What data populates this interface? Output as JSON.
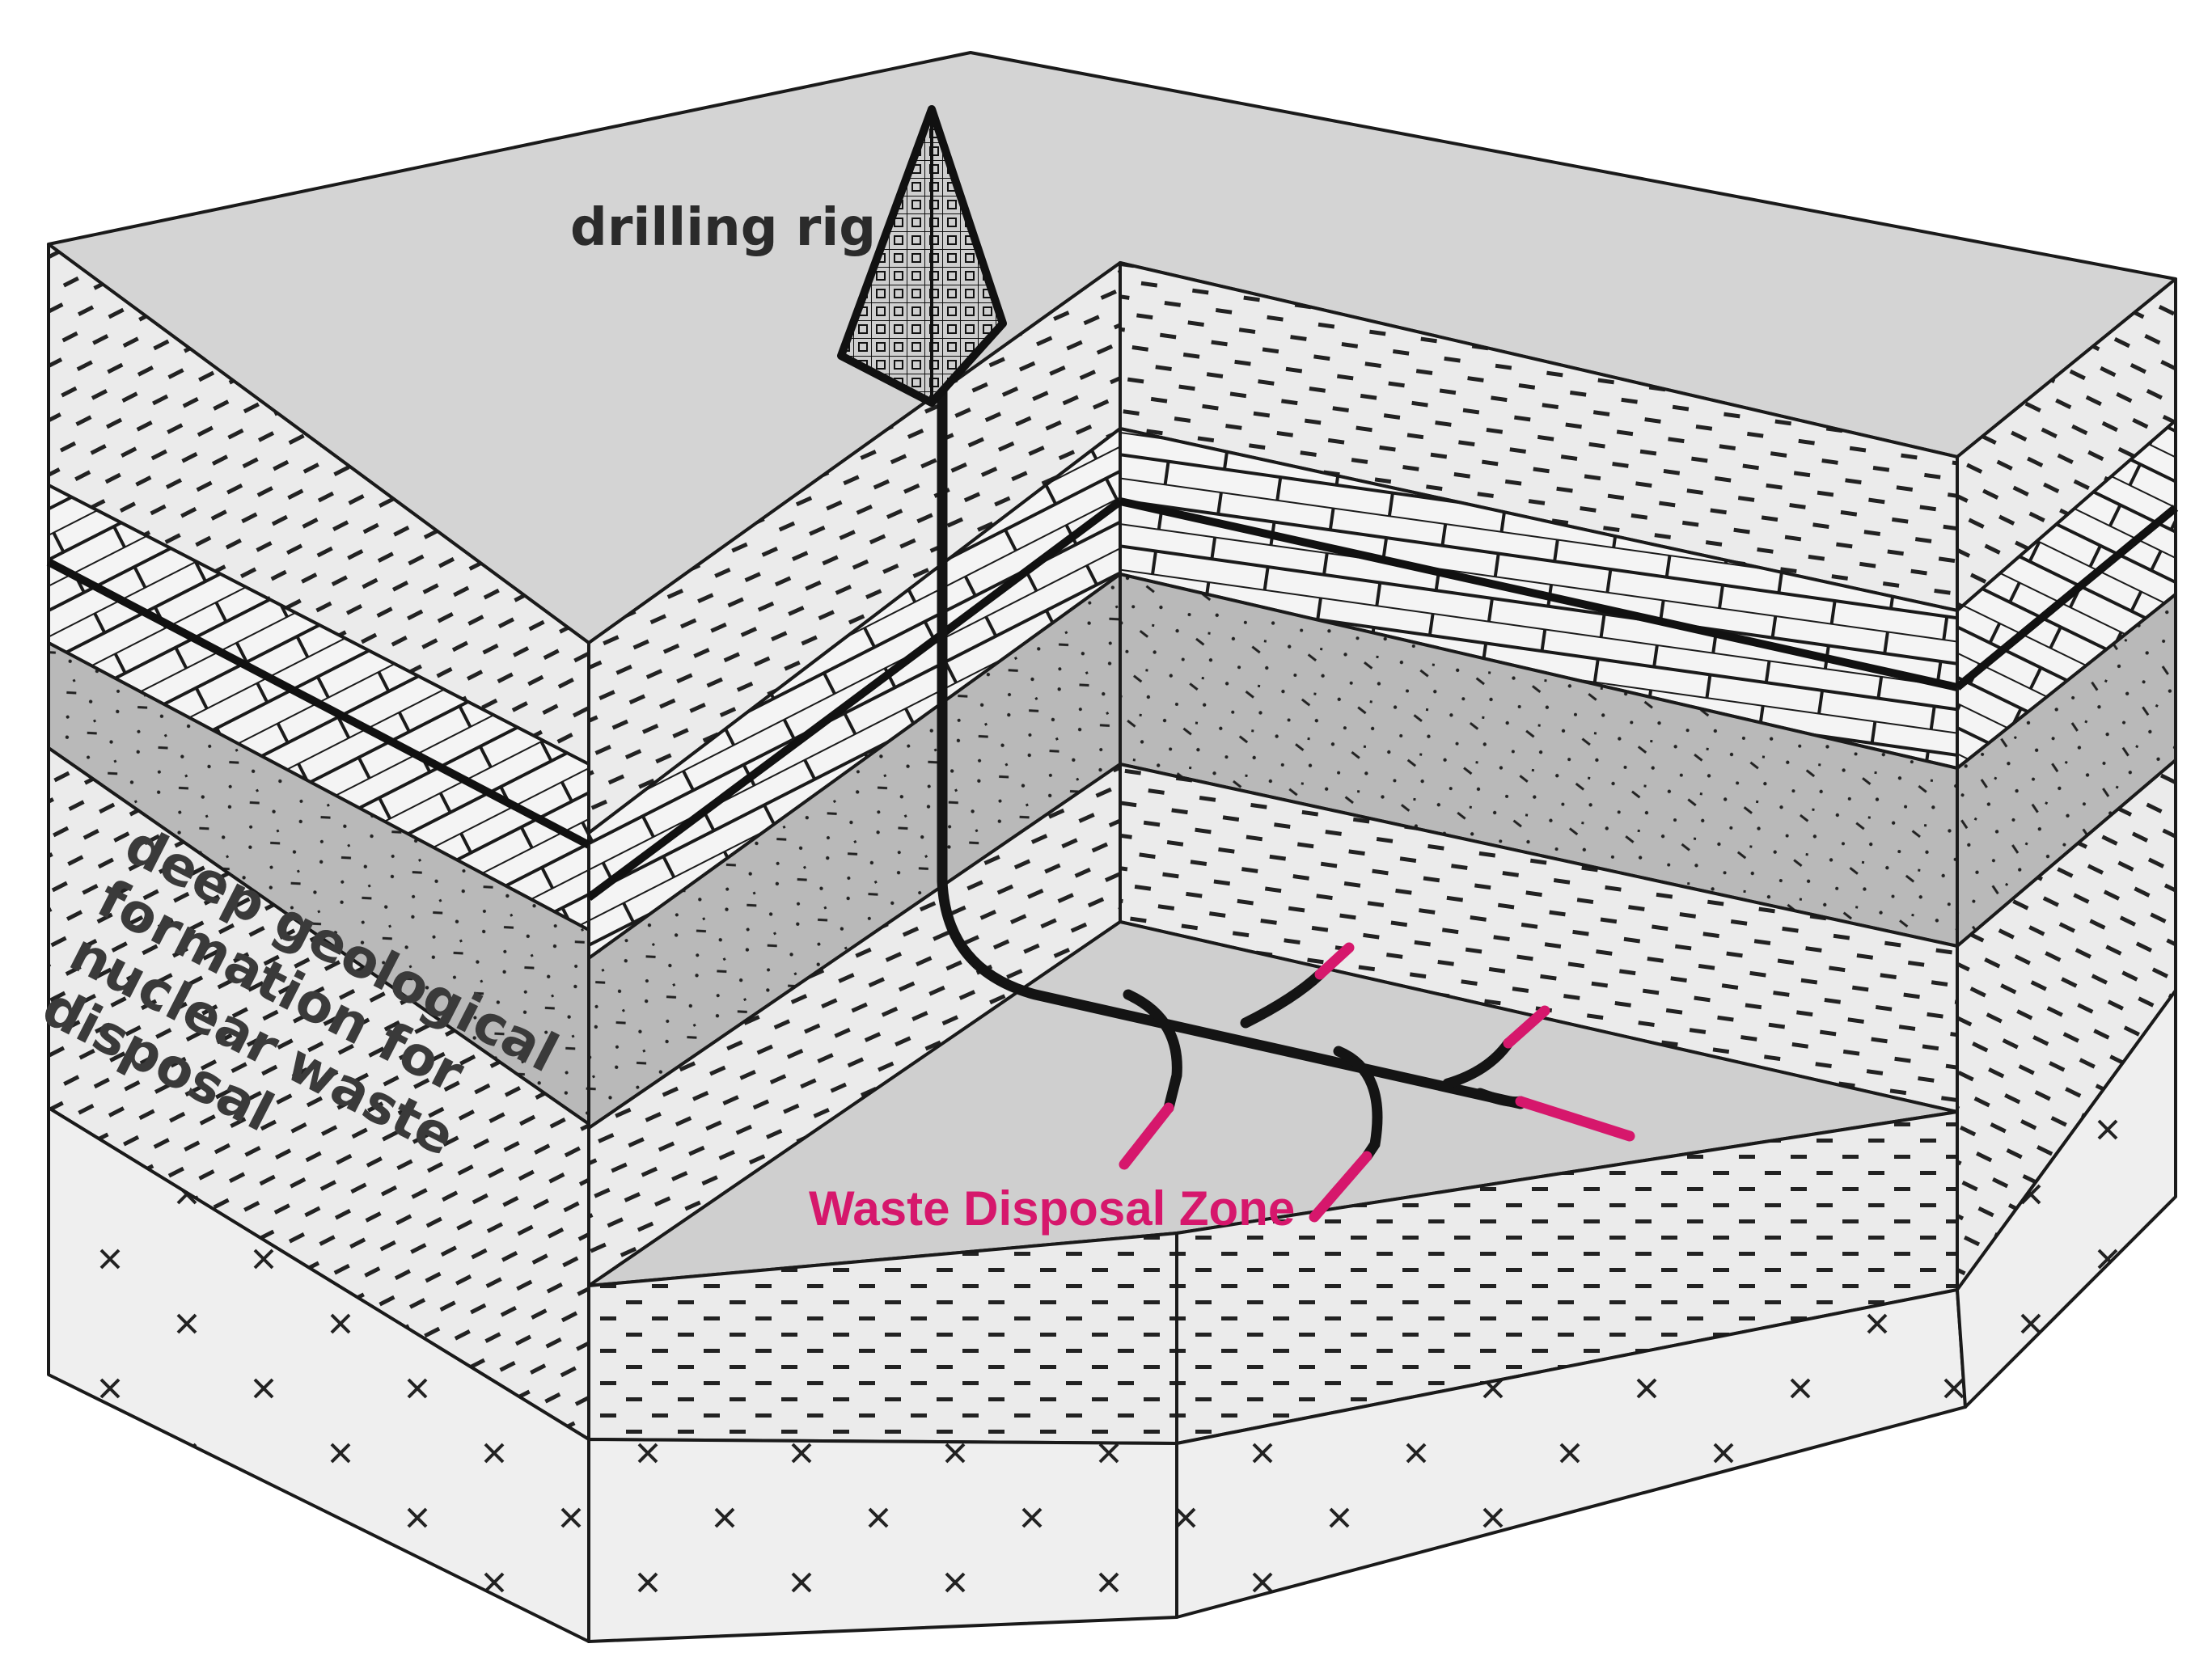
{
  "labels": {
    "drilling_rig": "drilling rig",
    "waste_zone": "Waste Disposal Zone",
    "formation": [
      "deep geological",
      "formation for",
      "nuclear waste",
      "disposal"
    ]
  },
  "colors": {
    "outline": "#1a1a1a",
    "surface": "#d4d4d4",
    "shale": "#ebebeb",
    "limestone": "#f4f4f4",
    "sandstone": "#b9b9b9",
    "basement": "#efefef",
    "floor": "#cfcfcf",
    "borehole": "#141414",
    "waste": "#d6176c"
  },
  "icons": {
    "rig": "drilling-rig-icon"
  }
}
